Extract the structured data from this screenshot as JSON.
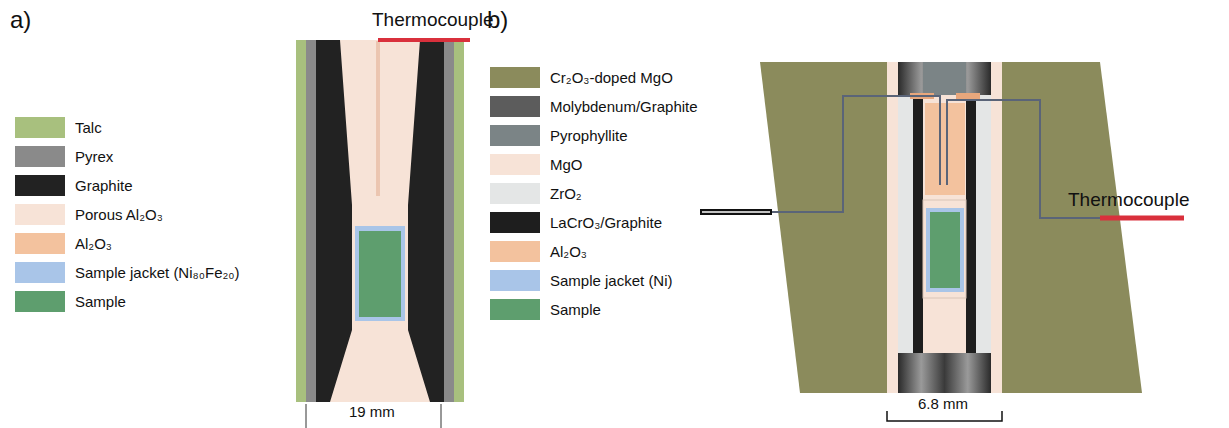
{
  "diagram": {
    "labels": [
      "a)",
      "b)",
      "Thermocouple",
      "19 mm",
      "Thermocouple",
      "6.8 mm"
    ],
    "legend": [
      {
        "text": "Talc",
        "color": "#a8c07e"
      },
      {
        "text": "Pyrex",
        "color": "#8a8a8a"
      },
      {
        "text": "Graphite",
        "color": "#222222"
      },
      {
        "text": "Porous Al₂O₃",
        "color": "#f7e3d7"
      },
      {
        "text": "Al₂O₃",
        "color": "#f3c29e"
      },
      {
        "text": "Sample jacket (Ni₈₀Fe₂₀)",
        "color": "#a9c5e8"
      },
      {
        "text": "Sample",
        "color": "#5e9e6e"
      },
      {
        "text": "Cr₂O₃-doped MgO",
        "color": "#8b8b5c"
      },
      {
        "text": "Molybdenum/Graphite",
        "color": "#5c5c5c"
      },
      {
        "text": "Pyrophyllite",
        "color": "#7b8486"
      },
      {
        "text": "MgO",
        "color": "#f7e3d7"
      },
      {
        "text": "ZrO₂",
        "color": "#e4e6e6"
      },
      {
        "text": "LaCrO₃/Graphite",
        "color": "#1e1e1e"
      },
      {
        "text": "Al₂O₃",
        "color": "#f3c29e"
      },
      {
        "text": "Sample jacket (Ni)",
        "color": "#a9c5e8"
      },
      {
        "text": "Sample",
        "color": "#5e9e6e"
      }
    ]
  }
}
